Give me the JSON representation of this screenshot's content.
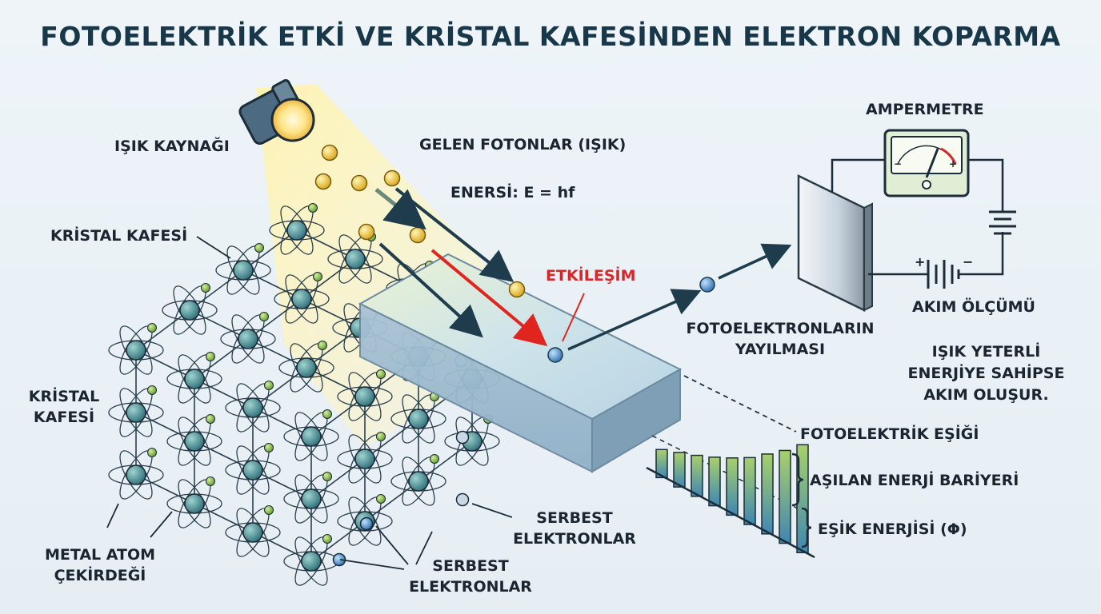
{
  "title": "FOTOELEKTRİK ETKİ VE KRİSTAL KAFESİNDEN ELEKTRON KOPARMA",
  "labels": {
    "light_source": "IŞIK KAYNAĞI",
    "incoming_photons": "GELEN FOTONLAR (IŞIK)",
    "energy": "ENERSİ: E = hf",
    "crystal_lattice_top": "KRİSTAL KAFESİ",
    "crystal_lattice_side_1": "KRİSTAL",
    "crystal_lattice_side_2": "KAFESİ",
    "interaction": "ETKİLEŞİM",
    "metal_atom_1": "METAL ATOM",
    "metal_atom_2": "ÇEKİRDEĞİ",
    "free_electrons_a_1": "SERBEST",
    "free_electrons_a_2": "ELEKTRONLAR",
    "free_electrons_b_1": "SERBEST",
    "free_electrons_b_2": "ELEKTRONLAR",
    "photoelectron_spread_1": "FOTOELEKTRONLARIN",
    "photoelectron_spread_2": "YAYILMASI",
    "ammeter": "AMPERMETRE",
    "current_measure": "AKIM ÖLÇÜMÜ",
    "condition_1": "IŞIK YETERLİ",
    "condition_2": "ENERJİYE SAHİPSE",
    "condition_3": "AKIM OLUŞUR.",
    "threshold": "FOTOELEKTRİK EŞİĞİ",
    "barrier": "AŞILAN ENERJİ BARİYERİ",
    "threshold_energy": "EŞİK ENERJİSİ (Φ)",
    "meter_minus": "−",
    "meter_plus": "+",
    "battery_plus": "+",
    "battery_minus": "−"
  },
  "energy_bars": [
    0.26,
    0.32,
    0.38,
    0.45,
    0.53,
    0.62,
    0.74,
    0.86,
    1.0
  ],
  "colors": {
    "title": "#18384a",
    "arrow_dark": "#1e3c4c",
    "arrow_red": "#e0251f",
    "photon": "#f0c838",
    "atom_nucleus": "#3f8a8a",
    "electron": "#8fbd4e",
    "free_electron": "#3f8fc8",
    "bar_green": "#8fbd4e",
    "bar_blue": "#4a90b8"
  }
}
